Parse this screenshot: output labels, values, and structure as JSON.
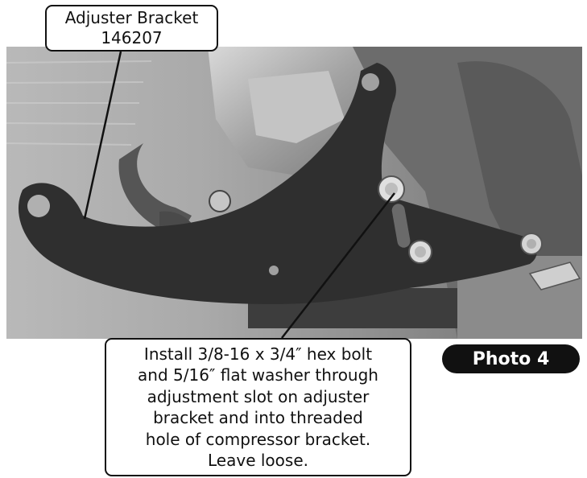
{
  "callout_top": {
    "line1": "Adjuster Bracket",
    "line2": "146207"
  },
  "callout_bottom": {
    "lines": [
      "Install 3/8-16 x 3/4″ hex bolt",
      "and 5/16″ flat washer through",
      "adjustment slot on adjuster",
      "bracket and into threaded",
      "hole of compressor bracket.",
      "Leave loose."
    ]
  },
  "badge": {
    "label": "Photo 4"
  },
  "colors": {
    "ink": "#111111",
    "badge_bg": "#111111",
    "badge_text": "#ffffff"
  }
}
